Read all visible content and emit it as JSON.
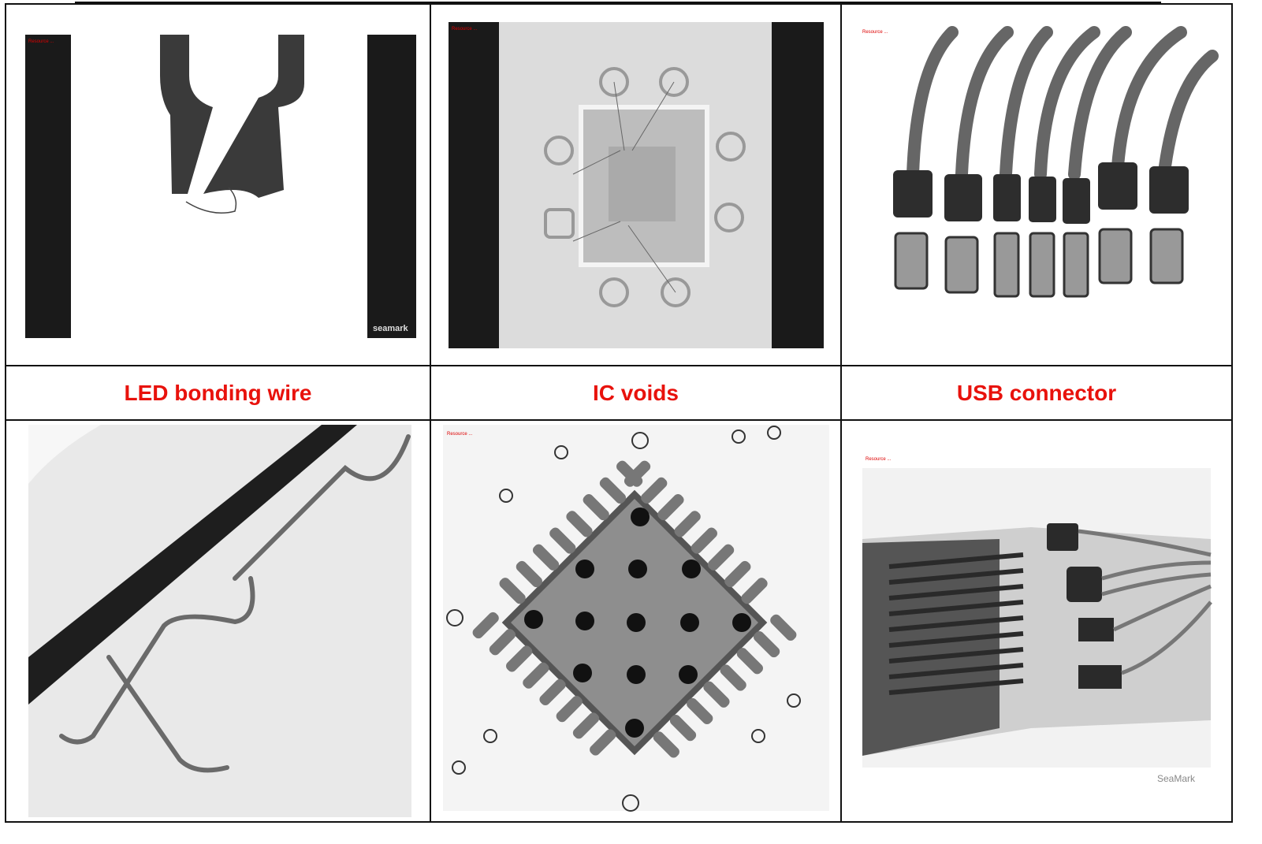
{
  "captions": [
    "LED bonding wire",
    "IC voids",
    "USB connector"
  ],
  "watermarks": {
    "top_left": "seamark",
    "bottom_right": "SeaMark"
  },
  "colors": {
    "caption": "#e8120c",
    "border": "#111111"
  }
}
